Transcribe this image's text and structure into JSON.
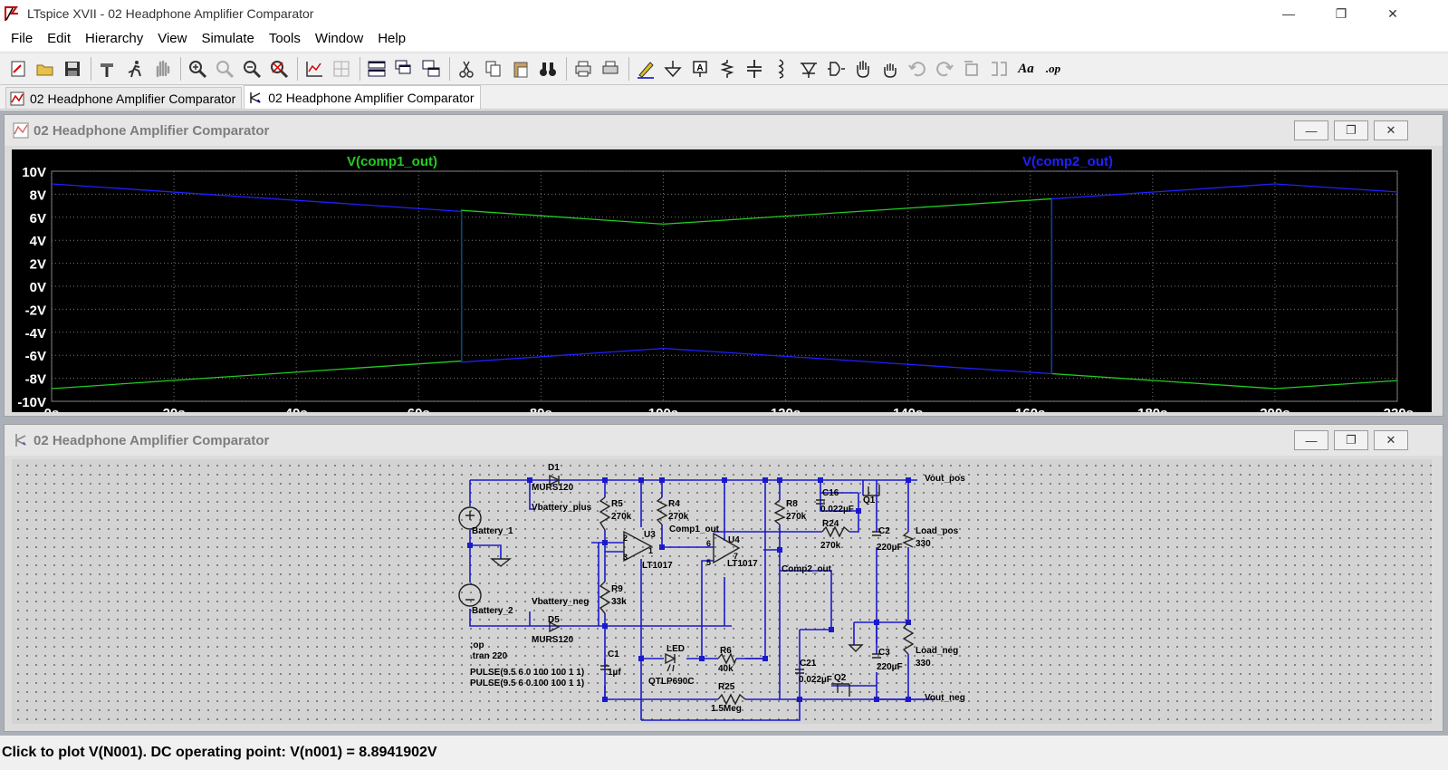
{
  "app": {
    "title": "LTspice XVII - 02 Headphone Amplifier Comparator"
  },
  "window_controls": {
    "minimize": "—",
    "restore": "❐",
    "close": "✕"
  },
  "menu": [
    "File",
    "Edit",
    "Hierarchy",
    "View",
    "Simulate",
    "Tools",
    "Window",
    "Help"
  ],
  "toolbar": {
    "font_label": "Aa",
    "op_label": ".op"
  },
  "tabs": [
    {
      "label": "02 Headphone Amplifier Comparator",
      "icon": "waveform-icon",
      "active": false
    },
    {
      "label": "02 Headphone Amplifier Comparator",
      "icon": "schematic-icon",
      "active": true
    }
  ],
  "plot_window": {
    "title": "02 Headphone Amplifier Comparator"
  },
  "schematic_window": {
    "title": "02 Headphone Amplifier Comparator"
  },
  "chart_data": {
    "type": "line",
    "background": "#000000",
    "xlabel": "",
    "ylabel": "",
    "xlim": [
      0,
      220
    ],
    "ylim": [
      -10,
      10
    ],
    "x_ticks": [
      0,
      20,
      40,
      60,
      80,
      100,
      120,
      140,
      160,
      180,
      200,
      220
    ],
    "x_tick_labels": [
      "0s",
      "20s",
      "40s",
      "60s",
      "80s",
      "100s",
      "120s",
      "140s",
      "160s",
      "180s",
      "200s",
      "220s"
    ],
    "y_ticks": [
      10,
      8,
      6,
      4,
      2,
      0,
      -2,
      -4,
      -6,
      -8,
      -10
    ],
    "y_tick_labels": [
      "10V",
      "8V",
      "6V",
      "4V",
      "2V",
      "0V",
      "-2V",
      "-4V",
      "-6V",
      "-8V",
      "-10V"
    ],
    "grid": true,
    "series": [
      {
        "name": "V(comp1_out)",
        "color": "#22cc22",
        "x": [
          0,
          67,
          67,
          100,
          163.5,
          163.5,
          200,
          220
        ],
        "y": [
          -8.9,
          -6.5,
          6.6,
          5.4,
          7.6,
          -7.6,
          -8.9,
          -8.2
        ]
      },
      {
        "name": "V(comp2_out)",
        "color": "#2020ff",
        "x": [
          0,
          67,
          67,
          100,
          163.5,
          163.5,
          200,
          220
        ],
        "y": [
          8.9,
          6.5,
          -6.6,
          -5.4,
          -7.6,
          7.6,
          8.9,
          8.2
        ]
      }
    ]
  },
  "schematic": {
    "labels": {
      "D1": "D1",
      "D1_model": "MURS120",
      "D5": "D5",
      "D5_model": "MURS120",
      "vbat_plus": "Vbattery_plus",
      "vbat_neg": "Vbattery_neg",
      "battery1": "Battery_1",
      "battery2": "Battery_2",
      "R5": "R5",
      "R5_val": "270k",
      "R4": "R4",
      "R4_val": "270k",
      "R8": "R8",
      "R8_val": "270k",
      "R24": "R24",
      "R24_val": "270k",
      "R9": "R9",
      "R9_val": "33k",
      "R6": "R6",
      "R6_val": "40k",
      "R25": "R25",
      "R25_val": "1.5Meg",
      "U3": "U3",
      "U3_model": "LT1017",
      "U4": "U4",
      "U4_model": "LT1017",
      "comp1_out": "Comp1_out",
      "comp2_out": "Comp2_out",
      "C16": "C16",
      "C16_val": "0.022µF",
      "C21": "C21",
      "C21_val": "0.022µF",
      "C2": "C2",
      "C2_val": "220µF",
      "C3": "C3",
      "C3_val": "220µF",
      "C1": "C1",
      "C1_val": "1µf",
      "Q1": "Q1",
      "Q2": "Q2",
      "LED": "LED",
      "LED_model": "QTLP690C",
      "load_pos": "Load_pos",
      "load_pos_val": "330",
      "load_neg": "Load_neg",
      "load_neg_val": "330",
      "vout_pos": "Vout_pos",
      "vout_neg": "Vout_neg",
      "pin2": "2",
      "pin3": "3",
      "pin1": "1",
      "pin6": "6",
      "pin5": "5",
      "pin7": "7",
      "dir_op": ";op",
      "dir_tran": ".tran 220",
      "pulse1": "PULSE(9.5 6 0 100 100 1 1)",
      "pulse2": "PULSE(9.5 6 0.100 100 1 1)"
    }
  },
  "status": {
    "text": "Click to plot V(N001).  DC operating point: V(n001) = 8.8941902V"
  }
}
